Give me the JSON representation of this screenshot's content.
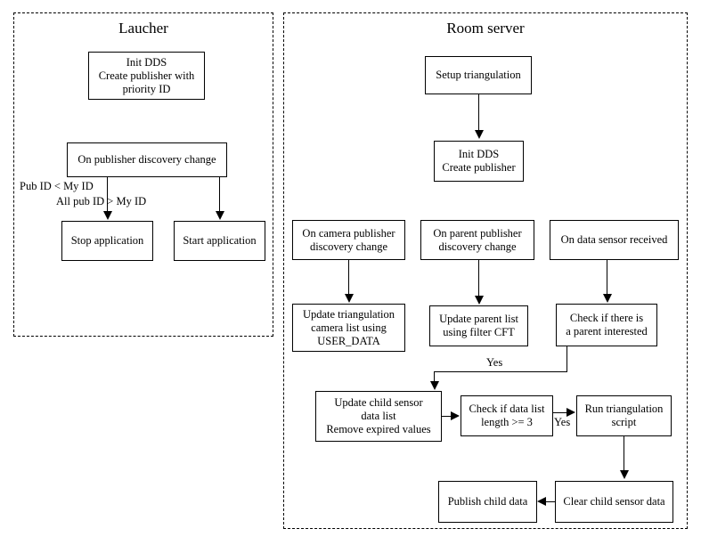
{
  "diagram": {
    "title": "DDS launcher and room server flowchart",
    "stroke_color": "#000000",
    "background_color": "#ffffff"
  },
  "panels": [
    {
      "id": "launcher",
      "title": "Laucher"
    },
    {
      "id": "room_server",
      "title": "Room server"
    }
  ],
  "launcher": {
    "nodes": [
      {
        "id": "init_dds_pub_priority",
        "text": "Init DDS\nCreate publisher with\npriority ID"
      },
      {
        "id": "on_publisher_discovery_change",
        "text": "On publisher discovery change"
      },
      {
        "id": "stop_application",
        "text": "Stop application"
      },
      {
        "id": "start_application",
        "text": "Start application"
      }
    ],
    "edge_labels": [
      {
        "id": "pub_id_lt_my_id",
        "text": "Pub ID < My ID"
      },
      {
        "id": "all_pub_id_gt_my_id",
        "text": "All pub ID > My ID"
      }
    ]
  },
  "room_server": {
    "nodes": [
      {
        "id": "setup_triangulation",
        "text": "Setup triangulation"
      },
      {
        "id": "init_dds_create_publisher",
        "text": "Init DDS\nCreate publisher"
      },
      {
        "id": "on_camera_publisher_discovery_change",
        "text": "On camera publisher\ndiscovery change"
      },
      {
        "id": "on_parent_publisher_discovery_change",
        "text": "On parent publisher\ndiscovery change"
      },
      {
        "id": "on_data_sensor_received",
        "text": "On data sensor received"
      },
      {
        "id": "update_triangulation_camera_list",
        "text": "Update triangulation\ncamera list using\nUSER_DATA"
      },
      {
        "id": "update_parent_list",
        "text": "Update parent list\nusing filter CFT"
      },
      {
        "id": "check_parent_interested",
        "text": "Check if there is\na parent interested"
      },
      {
        "id": "update_child_sensor_data_list",
        "text": "Update child sensor\ndata list\nRemove expired values"
      },
      {
        "id": "check_data_list_length",
        "text": "Check if data list\nlength >= 3"
      },
      {
        "id": "run_triangulation_script",
        "text": "Run triangulation\nscript"
      },
      {
        "id": "clear_child_sensor_data",
        "text": "Clear child sensor data"
      },
      {
        "id": "publish_child_data",
        "text": "Publish child data"
      }
    ],
    "edge_labels": [
      {
        "id": "yes_parent_interested",
        "text": "Yes"
      },
      {
        "id": "yes_data_list_length",
        "text": "Yes"
      }
    ]
  }
}
